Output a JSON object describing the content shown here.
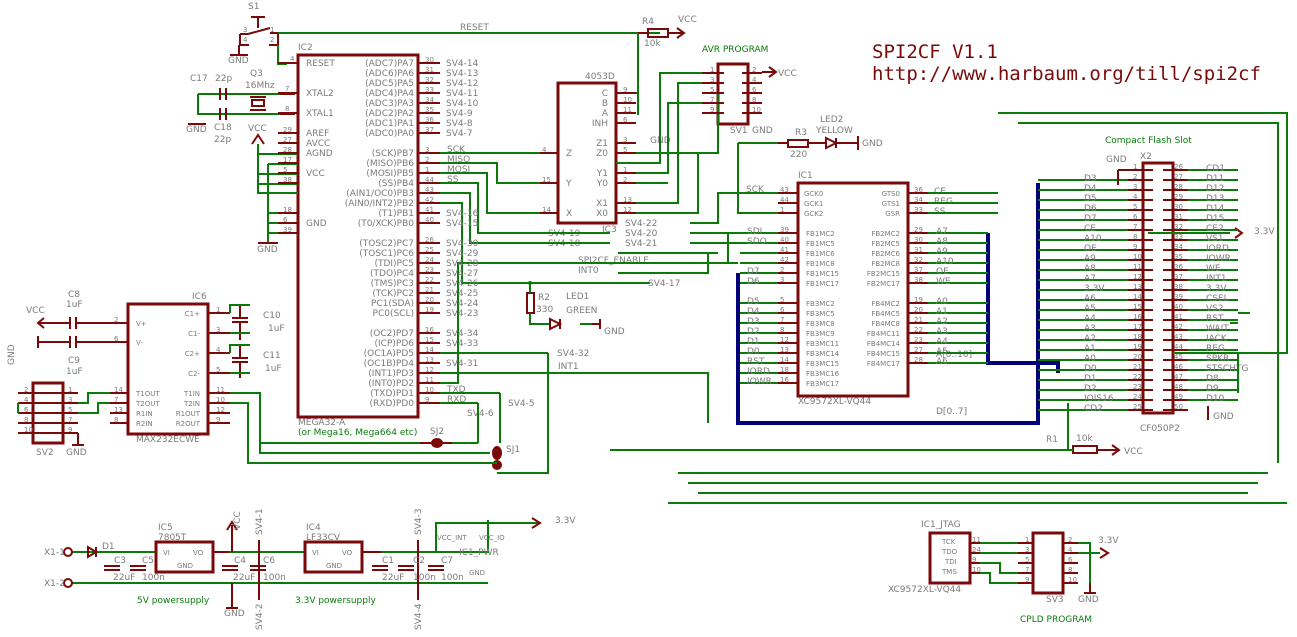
{
  "title": {
    "name": "SPI2CF  V1.1",
    "url": "http://www.harbaum.org/till/spi2cf"
  },
  "colors": {
    "wire": "#0a7a0a",
    "part": "#7a0a0a",
    "bus": "#00007a",
    "label": "#7b7b7b"
  },
  "switch": {
    "name": "S1",
    "pins": [
      "3",
      "1",
      "4",
      "2"
    ],
    "gnd": "GND"
  },
  "reset": {
    "net": "RESET",
    "r4": "R4",
    "r4_value": "10k",
    "vcc": "VCC"
  },
  "crystal": {
    "c17": "C17",
    "c17_value": "22p",
    "c18": "C18",
    "c18_value": "22p",
    "q3": "Q3",
    "q3_value": "16Mhz",
    "gnd": "GND",
    "vcc": "VCC"
  },
  "ic2": {
    "name": "IC2",
    "part": "MEGA32-A",
    "note": "(or Mega16, Mega664 etc)",
    "left": [
      {
        "pin": "4",
        "label": "RESET"
      },
      {
        "pin": "7",
        "label": "XTAL2"
      },
      {
        "pin": "8",
        "label": "XTAL1"
      },
      {
        "pin": "29",
        "label": "AREF"
      },
      {
        "pin": "27",
        "label": "AVCC"
      },
      {
        "pin": "28",
        "label": "AGND"
      },
      {
        "pin": "17",
        "label": ""
      },
      {
        "pin": "5",
        "label": "VCC"
      },
      {
        "pin": "38",
        "label": ""
      },
      {
        "pin": "18",
        "label": ""
      },
      {
        "pin": "6",
        "label": "GND"
      },
      {
        "pin": "39",
        "label": ""
      }
    ],
    "gnd": "GND",
    "right": [
      {
        "pin": "30",
        "label": "(ADC7)PA7",
        "net": "SV4-14"
      },
      {
        "pin": "31",
        "label": "(ADC6)PA6",
        "net": "SV4-13"
      },
      {
        "pin": "32",
        "label": "(ADC5)PA5",
        "net": "SV4-12"
      },
      {
        "pin": "33",
        "label": "(ADC4)PA4",
        "net": "SV4-11"
      },
      {
        "pin": "34",
        "label": "(ADC3)PA3",
        "net": "SV4-10"
      },
      {
        "pin": "35",
        "label": "(ADC2)PA2",
        "net": "SV4-9"
      },
      {
        "pin": "36",
        "label": "(ADC1)PA1",
        "net": "SV4-8"
      },
      {
        "pin": "37",
        "label": "(ADC0)PA0",
        "net": "SV4-7"
      },
      {
        "pin": "3",
        "label": "(SCK)PB7",
        "net": "SCK"
      },
      {
        "pin": "2",
        "label": "(MISO)PB6",
        "net": "MISO"
      },
      {
        "pin": "1",
        "label": "(MOSI)PB5",
        "net": "MOSI"
      },
      {
        "pin": "44",
        "label": "(SS)PB4",
        "net": "SS"
      },
      {
        "pin": "43",
        "label": "(AIN1/OC0)PB3",
        "net": ""
      },
      {
        "pin": "42",
        "label": "(AIN0/INT2)PB2",
        "net": ""
      },
      {
        "pin": "41",
        "label": "(T1)PB1",
        "net": "SV4-16"
      },
      {
        "pin": "40",
        "label": "(T0/XCK)PB0",
        "net": "SV4-15"
      },
      {
        "pin": "26",
        "label": "(TOSC2)PC7",
        "net": "SV4-30"
      },
      {
        "pin": "25",
        "label": "(TOSC1)PC6",
        "net": "SV4-29"
      },
      {
        "pin": "24",
        "label": "(TDI)PC5",
        "net": "SV4-28"
      },
      {
        "pin": "23",
        "label": "(TDO)PC4",
        "net": "SV4-27"
      },
      {
        "pin": "22",
        "label": "(TMS)PC3",
        "net": "SV4-26"
      },
      {
        "pin": "21",
        "label": "(TCK)PC2",
        "net": "SV4-25"
      },
      {
        "pin": "20",
        "label": "PC1(SDA)",
        "net": "SV4-24"
      },
      {
        "pin": "19",
        "label": "PC0(SCL)",
        "net": "SV4-23"
      },
      {
        "pin": "16",
        "label": "(OC2)PD7",
        "net": "SV4-34"
      },
      {
        "pin": "15",
        "label": "(ICP)PD6",
        "net": "SV4-33"
      },
      {
        "pin": "14",
        "label": "(OC1A)PD5",
        "net": ""
      },
      {
        "pin": "13",
        "label": "(OC1B)PD4",
        "net": "SV4-31"
      },
      {
        "pin": "12",
        "label": "(INT1)PD3",
        "net": ""
      },
      {
        "pin": "11",
        "label": "(INT0)PD2",
        "net": ""
      },
      {
        "pin": "10",
        "label": "(TXD)PD1",
        "net": "TXD"
      },
      {
        "pin": "9",
        "label": "(RXD)PD0",
        "net": "RXD"
      }
    ]
  },
  "ic3": {
    "name": "IC3",
    "part": "4053D",
    "left": [
      {
        "pin": "4",
        "label": "Z"
      },
      {
        "pin": "15",
        "label": "Y"
      },
      {
        "pin": "14",
        "label": "X"
      }
    ],
    "right": [
      {
        "pin": "9",
        "label": "C"
      },
      {
        "pin": "10",
        "label": "B"
      },
      {
        "pin": "11",
        "label": "A"
      },
      {
        "pin": "6",
        "label": "INH"
      },
      {
        "pin": "3",
        "label": "Z1"
      },
      {
        "pin": "5",
        "label": "Z0"
      },
      {
        "pin": "1",
        "label": "Y1"
      },
      {
        "pin": "2",
        "label": "Y0"
      },
      {
        "pin": "13",
        "label": "X1"
      },
      {
        "pin": "12",
        "label": "X0"
      }
    ],
    "gnd": "GND",
    "nets": [
      "SV4-22",
      "SV4-20",
      "SV4-21",
      "SV4-19",
      "SV4-18",
      "SPI2CF_ENABLE",
      "INT0",
      "SV4-17",
      "INT1",
      "SV4-32",
      "SV4-5",
      "SV4-6"
    ]
  },
  "avr_program": {
    "title": "AVR PROGRAM",
    "name": "SV1",
    "gnd": "GND",
    "vcc": "VCC",
    "pins_left": [
      "1",
      "3",
      "5",
      "7",
      "9"
    ],
    "pins_right": [
      "2",
      "4",
      "6",
      "8",
      "10"
    ]
  },
  "led2": {
    "r3": "R3",
    "r3_value": "220",
    "name": "LED2",
    "color": "YELLOW",
    "gnd": "GND"
  },
  "led1": {
    "r2": "R2",
    "r2_value": "330",
    "name": "LED1",
    "color": "GREEN",
    "gnd": "GND"
  },
  "jumpers": {
    "sj1": "SJ1",
    "sj2": "SJ2"
  },
  "ic1": {
    "name": "IC1",
    "part": "XC9572XL-VQ44",
    "clk": [
      {
        "pin": "43",
        "label": "GCK0",
        "net": "SCK"
      },
      {
        "pin": "44",
        "label": "GCK1",
        "net": ""
      },
      {
        "pin": "1",
        "label": "GCK2",
        "net": ""
      }
    ],
    "gts": [
      {
        "pin": "36",
        "label": "GTS0",
        "net": "CE"
      },
      {
        "pin": "34",
        "label": "GTS1",
        "net": "REG"
      },
      {
        "pin": "33",
        "label": "GSR",
        "net": "SS"
      }
    ],
    "left": [
      {
        "pin": "39",
        "label": "FB1MC2",
        "net": "SDI"
      },
      {
        "pin": "40",
        "label": "FB1MC5",
        "net": "SDO"
      },
      {
        "pin": "41",
        "label": "FB1MC6",
        "net": ""
      },
      {
        "pin": "42",
        "label": "FB1MC8",
        "net": ""
      },
      {
        "pin": "2",
        "label": "FB1MC15",
        "net": "D7"
      },
      {
        "pin": "3",
        "label": "FB1MC17",
        "net": "D6"
      },
      {
        "pin": "5",
        "label": "FB3MC2",
        "net": "D5"
      },
      {
        "pin": "6",
        "label": "FB3MC5",
        "net": "D4"
      },
      {
        "pin": "7",
        "label": "FB3MC8",
        "net": "D3"
      },
      {
        "pin": "8",
        "label": "FB3MC9",
        "net": "D2"
      },
      {
        "pin": "12",
        "label": "FB3MC11",
        "net": "D1"
      },
      {
        "pin": "13",
        "label": "FB3MC14",
        "net": "D0"
      },
      {
        "pin": "14",
        "label": "FB3MC15",
        "net": "RST"
      },
      {
        "pin": "18",
        "label": "FB3MC16",
        "net": "IORD"
      },
      {
        "pin": "16",
        "label": "FB3MC17",
        "net": "IOWR"
      }
    ],
    "right": [
      {
        "pin": "29",
        "label": "FB2MC2",
        "net": "A7"
      },
      {
        "pin": "30",
        "label": "FB2MC5",
        "net": "A8"
      },
      {
        "pin": "31",
        "label": "FB2MC6",
        "net": "A9"
      },
      {
        "pin": "32",
        "label": "FB2MC8",
        "net": "A10"
      },
      {
        "pin": "37",
        "label": "FB2MC15",
        "net": "OE"
      },
      {
        "pin": "38",
        "label": "FB2MC17",
        "net": "WE"
      },
      {
        "pin": "19",
        "label": "FB4MC2",
        "net": "A0"
      },
      {
        "pin": "20",
        "label": "FB4MC5",
        "net": "A1"
      },
      {
        "pin": "21",
        "label": "FB4MC8",
        "net": "A2"
      },
      {
        "pin": "22",
        "label": "FB4MC11",
        "net": "A3"
      },
      {
        "pin": "23",
        "label": "FB4MC14",
        "net": "A4"
      },
      {
        "pin": "27",
        "label": "FB4MC15",
        "net": "A5"
      },
      {
        "pin": "28",
        "label": "FB4MC17",
        "net": "A6"
      }
    ],
    "bus_a": "A[0..10]",
    "bus_d": "D[0..7]"
  },
  "cf": {
    "title": "Compact Flash Slot",
    "name": "X2",
    "part": "CF050P2",
    "gnd": "GND",
    "v33": "3.3V",
    "left": [
      {
        "pin": "1",
        "net": "GND"
      },
      {
        "pin": "2",
        "net": "D3"
      },
      {
        "pin": "3",
        "net": "D4"
      },
      {
        "pin": "4",
        "net": "D5"
      },
      {
        "pin": "5",
        "net": "D6"
      },
      {
        "pin": "6",
        "net": "D7"
      },
      {
        "pin": "7",
        "net": "CE"
      },
      {
        "pin": "8",
        "net": "A10"
      },
      {
        "pin": "9",
        "net": "OE"
      },
      {
        "pin": "10",
        "net": "A9"
      },
      {
        "pin": "11",
        "net": "A8"
      },
      {
        "pin": "12",
        "net": "A7"
      },
      {
        "pin": "13",
        "net": "3.3V"
      },
      {
        "pin": "14",
        "net": "A6"
      },
      {
        "pin": "15",
        "net": "A5"
      },
      {
        "pin": "16",
        "net": "A4"
      },
      {
        "pin": "17",
        "net": "A3"
      },
      {
        "pin": "18",
        "net": "A2"
      },
      {
        "pin": "19",
        "net": "A1"
      },
      {
        "pin": "20",
        "net": "A0"
      },
      {
        "pin": "21",
        "net": "D0"
      },
      {
        "pin": "22",
        "net": "D1"
      },
      {
        "pin": "23",
        "net": "D2"
      },
      {
        "pin": "24",
        "net": "IOIS16"
      },
      {
        "pin": "25",
        "net": "CD2"
      }
    ],
    "right": [
      {
        "pin": "26",
        "net": "CD1"
      },
      {
        "pin": "27",
        "net": "D11"
      },
      {
        "pin": "28",
        "net": "D12"
      },
      {
        "pin": "29",
        "net": "D13"
      },
      {
        "pin": "30",
        "net": "D14"
      },
      {
        "pin": "31",
        "net": "D15"
      },
      {
        "pin": "32",
        "net": "CE2"
      },
      {
        "pin": "33",
        "net": "VS1"
      },
      {
        "pin": "34",
        "net": "IORD"
      },
      {
        "pin": "35",
        "net": "IOWR"
      },
      {
        "pin": "36",
        "net": "WE"
      },
      {
        "pin": "37",
        "net": "INT1"
      },
      {
        "pin": "38",
        "net": "3.3V"
      },
      {
        "pin": "39",
        "net": "CSEL"
      },
      {
        "pin": "40",
        "net": "VS2"
      },
      {
        "pin": "41",
        "net": "RST"
      },
      {
        "pin": "42",
        "net": "WAIT"
      },
      {
        "pin": "43",
        "net": "IACK"
      },
      {
        "pin": "44",
        "net": "REG"
      },
      {
        "pin": "45",
        "net": "SPKR"
      },
      {
        "pin": "46",
        "net": "STSCHTG"
      },
      {
        "pin": "47",
        "net": "D8"
      },
      {
        "pin": "48",
        "net": "D9"
      },
      {
        "pin": "49",
        "net": "D10"
      },
      {
        "pin": "50",
        "net": "GND"
      }
    ],
    "r1": "R1",
    "r1_value": "10k",
    "vcc": "VCC"
  },
  "ic6": {
    "name": "IC6",
    "part": "MAX232ECWE",
    "left": [
      {
        "pin": "2",
        "label": "V+"
      },
      {
        "pin": "6",
        "label": "V-"
      },
      {
        "pin": "14",
        "label": "T1OUT"
      },
      {
        "pin": "7",
        "label": "T2OUT"
      },
      {
        "pin": "13",
        "label": "R1IN"
      },
      {
        "pin": "8",
        "label": "R2IN"
      }
    ],
    "right": [
      {
        "pin": "1",
        "label": "C1+"
      },
      {
        "pin": "3",
        "label": "C1-"
      },
      {
        "pin": "4",
        "label": "C2+"
      },
      {
        "pin": "5",
        "label": "C2-"
      },
      {
        "pin": "11",
        "label": "T1IN"
      },
      {
        "pin": "10",
        "label": "T2IN"
      },
      {
        "pin": "12",
        "label": "R1OUT"
      },
      {
        "pin": "9",
        "label": "R2OUT"
      }
    ],
    "caps": [
      {
        "name": "C8",
        "value": "1uF"
      },
      {
        "name": "C9",
        "value": "1uF"
      },
      {
        "name": "C10",
        "value": "1uF"
      },
      {
        "name": "C11",
        "value": "1uF"
      }
    ],
    "vcc": "VCC",
    "gnd": "GND"
  },
  "sv2": {
    "name": "SV2",
    "gnd": "GND",
    "pins_left": [
      "2",
      "4",
      "6",
      "8",
      "10"
    ],
    "pins_right": [
      "1",
      "3",
      "5",
      "7",
      "9"
    ]
  },
  "power": {
    "x1_1": "X1-1",
    "x1_2": "X1-2",
    "d1": "D1",
    "ic5": {
      "name": "IC5",
      "part": "7805T",
      "vi": "VI",
      "vo": "VO",
      "gnd": "GND"
    },
    "ic4": {
      "name": "IC4",
      "part": "LF33CV",
      "vi": "VI",
      "vo": "VO",
      "gnd": "GND"
    },
    "caps": [
      {
        "name": "C3",
        "value": "22uF"
      },
      {
        "name": "C5",
        "value": "100n"
      },
      {
        "name": "C4",
        "value": "22uF"
      },
      {
        "name": "C6",
        "value": "100n"
      },
      {
        "name": "C1",
        "value": "22uF"
      },
      {
        "name": "C2",
        "value": "100n"
      },
      {
        "name": "C7",
        "value": "100n"
      }
    ],
    "label_5v": "5V powersupply",
    "label_33v": "3.3V powersupply",
    "vcc": "VCC",
    "gnd": "GND",
    "sv4": [
      "SV4-1",
      "SV4-2",
      "SV4-3",
      "SV4-4"
    ],
    "ic1_pwr": "IC1_PWR",
    "vcc_int": "VCC_INT",
    "vcc_io": "VCC_IO",
    "v33": "3.3V",
    "pwr_gnd": "GND"
  },
  "jtag": {
    "name": "IC1_JTAG",
    "part": "XC9572XL-VQ44",
    "pins": [
      {
        "pin": "11",
        "label": "TCK"
      },
      {
        "pin": "24",
        "label": "TDO"
      },
      {
        "pin": "9",
        "label": "TDI"
      },
      {
        "pin": "10",
        "label": "TMS"
      }
    ],
    "sv3": "SV3",
    "title": "CPLD PROGRAM",
    "v33": "3.3V",
    "gnd": "GND",
    "pins_left": [
      "1",
      "3",
      "5",
      "7",
      "9"
    ],
    "pins_right": [
      "2",
      "4",
      "6",
      "8",
      "10"
    ]
  }
}
